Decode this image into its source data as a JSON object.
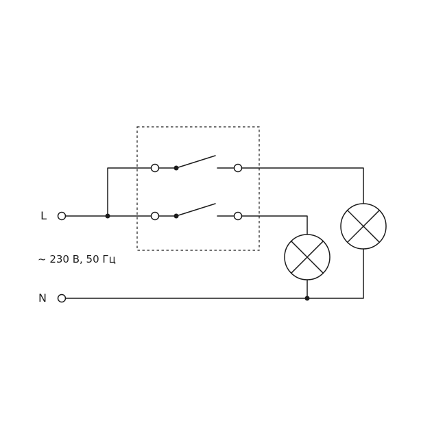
{
  "diagram": {
    "type": "wiring-schematic",
    "description": "Two-gang switch controlling two lamps",
    "labels": {
      "line": "L",
      "neutral": "N",
      "rating": "~ 230 В, 50 Гц"
    },
    "components": {
      "switch_unit": "two-gang-switch-dashed-enclosure",
      "switch_1": "upper-switch-pole",
      "switch_2": "lower-switch-pole",
      "lamp_1": "lamp-upper-right",
      "lamp_2": "lamp-lower-left"
    },
    "colors": {
      "stroke": "#1c1c1c",
      "background": "#ffffff"
    }
  }
}
